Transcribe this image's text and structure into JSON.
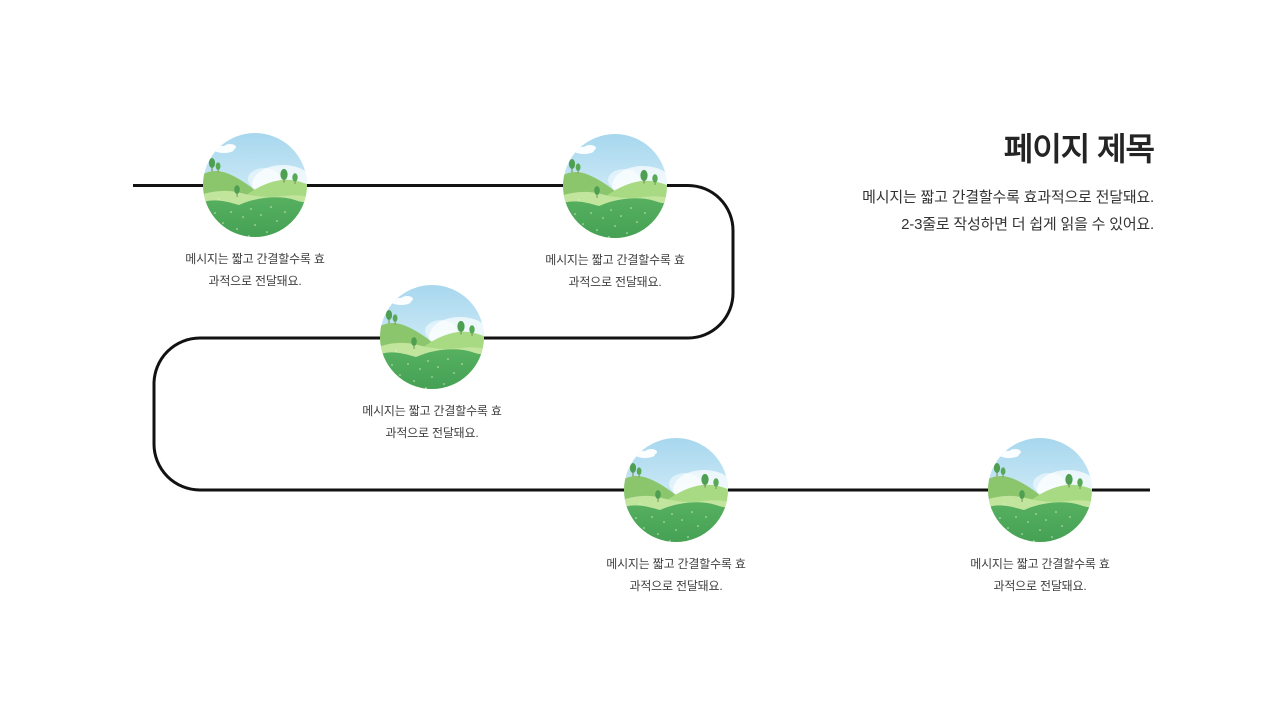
{
  "page": {
    "background": "#ffffff"
  },
  "header": {
    "title": "페이지 제목",
    "subtitle_line1": "메시지는 짧고 간결할수록 효과적으로 전달돼요.",
    "subtitle_line2": "2-3줄로 작성하면 더 쉽게 읽을 수 있어요."
  },
  "timeline": {
    "line_color": "#121212",
    "nodes": [
      {
        "caption_line1": "메시지는 짧고 간결할수록 효",
        "caption_line2": "과적으로 전달돼요."
      },
      {
        "caption_line1": "메시지는 짧고 간결할수록 효",
        "caption_line2": "과적으로 전달돼요."
      },
      {
        "caption_line1": "메시지는 짧고 간결할수록 효",
        "caption_line2": "과적으로 전달돼요."
      },
      {
        "caption_line1": "메시지는 짧고 간결할수록 효",
        "caption_line2": "과적으로 전달돼요."
      },
      {
        "caption_line1": "메시지는 짧고 간결할수록 효",
        "caption_line2": "과적으로 전달돼요."
      }
    ]
  },
  "illustration": {
    "name": "green-hills-landscape-in-circle",
    "colors": {
      "sky_top": "#a7d7ee",
      "sky_bottom": "#e9f7fc",
      "cloud": "#ffffff",
      "hill_left": "#8cc66c",
      "hill_right": "#a8da83",
      "hill_mid": "#c2e59e",
      "hill_front_top": "#57b060",
      "hill_front_bottom": "#44a054",
      "tree_canopy": "#4f9f52",
      "tree_trunk": "#7e9a5a",
      "speckle": "#eaf7d9"
    }
  }
}
